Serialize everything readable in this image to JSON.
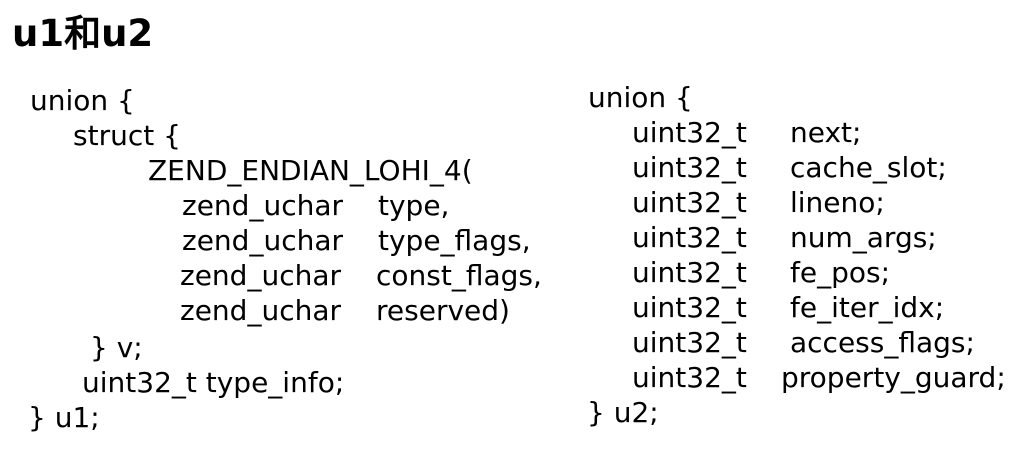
{
  "title": "u1和u2",
  "u1": {
    "open": "union {",
    "struct_open": "struct {",
    "macro": "ZEND_ENDIAN_LOHI_4(",
    "fields": [
      {
        "type": "zend_uchar",
        "name": "type,"
      },
      {
        "type": "zend_uchar",
        "name": "type_flags,"
      },
      {
        "type": "zend_uchar",
        "name": "const_flags,"
      },
      {
        "type": "zend_uchar",
        "name": "reserved)"
      }
    ],
    "struct_close": "} v;",
    "type_info": "uint32_t type_info;",
    "close": "} u1;"
  },
  "u2": {
    "open": "union {",
    "fields": [
      {
        "type": "uint32_t",
        "name": "next;"
      },
      {
        "type": "uint32_t",
        "name": "cache_slot;"
      },
      {
        "type": "uint32_t",
        "name": "lineno;"
      },
      {
        "type": "uint32_t",
        "name": "num_args;"
      },
      {
        "type": "uint32_t",
        "name": "fe_pos;"
      },
      {
        "type": "uint32_t",
        "name": "fe_iter_idx;"
      },
      {
        "type": "uint32_t",
        "name": "access_flags;"
      },
      {
        "type": "uint32_t",
        "name": "property_guard;"
      }
    ],
    "close": "} u2;"
  }
}
